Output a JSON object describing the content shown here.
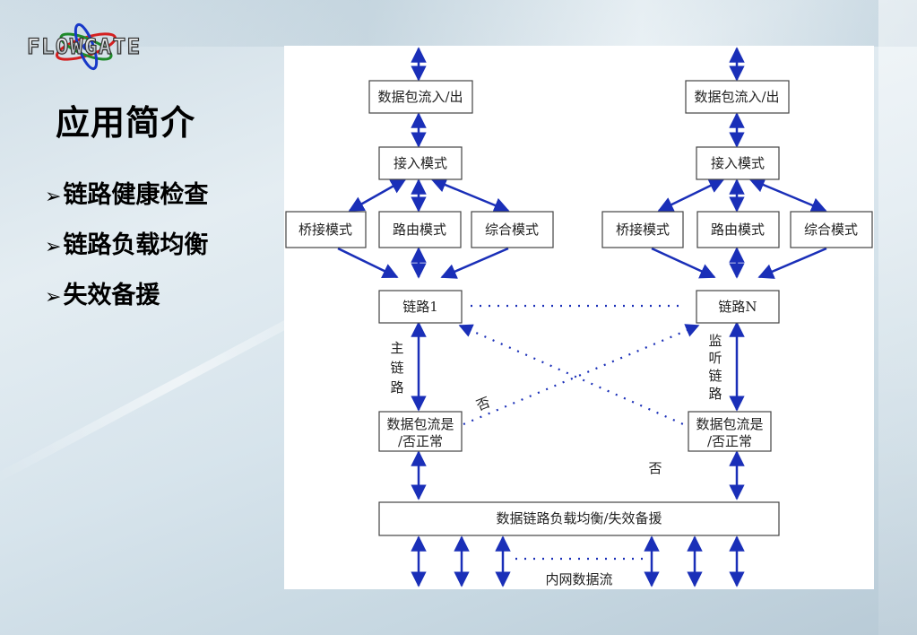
{
  "logo": {
    "text": "FLOWGATE",
    "icon": "atom-orbit-logo"
  },
  "slide": {
    "title": "应用简介",
    "bullet_marker": "➢",
    "bullets": [
      "链路健康检查",
      "链路负载均衡",
      "失效备援"
    ]
  },
  "diagram": {
    "left_stack": {
      "io": "数据包流入/出",
      "access": "接入模式",
      "modes": [
        "桥接模式",
        "路由模式",
        "综合模式"
      ],
      "link": "链路1",
      "check": [
        "数据包流是",
        "/否正常"
      ],
      "edge_label": [
        "主",
        "链",
        "路"
      ]
    },
    "right_stack": {
      "io": "数据包流入/出",
      "access": "接入模式",
      "modes": [
        "桥接模式",
        "路由模式",
        "综合模式"
      ],
      "link": "链路N",
      "check": [
        "数据包流是",
        "/否正常"
      ],
      "edge_label": [
        "监",
        "听",
        "链",
        "路"
      ]
    },
    "no_label_cross": "否",
    "no_label_right": "否",
    "balancer": "数据链路负载均衡/失效备援",
    "internal_flow": "内网数据流",
    "colors": {
      "arrow": "#1a2fb8",
      "box_border": "#444444",
      "dots": "#1a2fb8"
    }
  }
}
